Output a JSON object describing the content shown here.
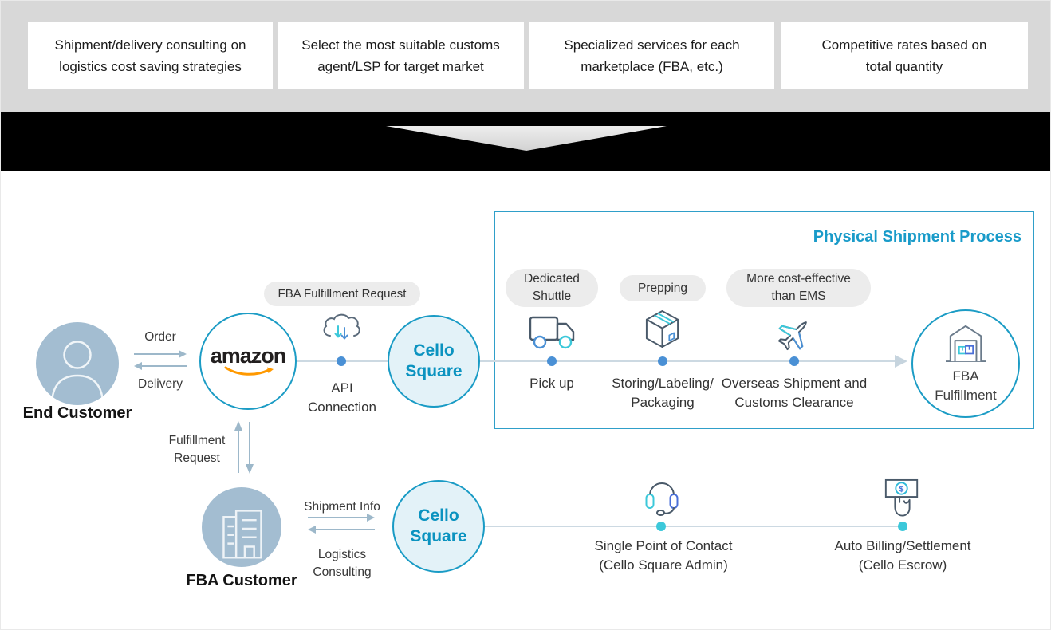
{
  "banner": {
    "items": [
      "Shipment/delivery consulting on\nlogistics cost saving strategies",
      "Select the most suitable customs\nagent/LSP for target market",
      "Specialized services for each\nmarketplace (FBA, etc.)",
      "Competitive rates based on\ntotal quantity"
    ]
  },
  "colors": {
    "accent_teal_border": "#1c9cc5",
    "cello_text": "#0b93c0",
    "process_title": "#199bc9",
    "amazon_orange": "#ff9900",
    "dot_blue": "#4a90d5",
    "dot_teal": "#3cc8da",
    "node_blue_gray": "#a3bdd1",
    "cello_fill": "#e3f2f8",
    "pill_bg": "#ececec",
    "line_gray": "#ccd9e2",
    "arrow_gray": "#9db8ca"
  },
  "top_flow": {
    "end_customer_label": "End Customer",
    "order_label": "Order",
    "delivery_label": "Delivery",
    "amazon_logo_text": "amazon",
    "fba_request_pill": "FBA Fulfillment Request",
    "api_connection_label": "API\nConnection",
    "cello_square_label": "Cello\nSquare"
  },
  "physical_process": {
    "title": "Physical Shipment Process",
    "steps": [
      {
        "pill": "Dedicated\nShuttle",
        "label": "Pick up"
      },
      {
        "pill": "Prepping",
        "label": "Storing/Labeling/\nPackaging"
      },
      {
        "pill": "More cost-effective\nthan EMS",
        "label": "Overseas Shipment and\nCustoms Clearance"
      }
    ],
    "fba_fulfillment_label": "FBA\nFulfillment"
  },
  "bottom_flow": {
    "fulfillment_request_label": "Fulfillment\nRequest",
    "fba_customer_label": "FBA Customer",
    "shipment_info_label": "Shipment Info",
    "logistics_consulting_label": "Logistics\nConsulting",
    "cello_square_label": "Cello\nSquare",
    "single_point_label": "Single Point of Contact\n(Cello Square Admin)",
    "auto_billing_label": "Auto Billing/Settlement\n(Cello Escrow)"
  }
}
